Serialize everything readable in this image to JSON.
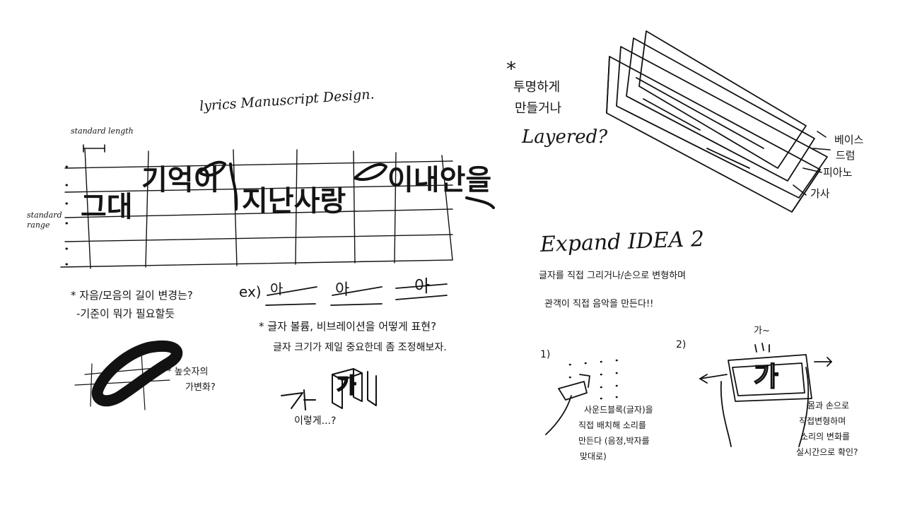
{
  "left_sketch": {
    "title": "lyrics Manuscript Design.",
    "standard_length_label": "standard length",
    "standard_range_label": "standard range",
    "lyric_segments": [
      "그대",
      "기억이",
      "지난사랑",
      "이내안을"
    ],
    "note_vowel": "* 자음/모음의 길이 변경는?",
    "note_vowel_sub": "-기준이 뭐가 필요할듯",
    "example_prefix": "ex)",
    "example_chars": [
      "아",
      "아",
      "아"
    ],
    "note_quote": "* 글자 볼륨, 비브레이션을 어떻게 표현?",
    "note_quote_sub": "글자 크기가 제일 중요한데 좀 조정해보자.",
    "blob_note": "* 높숫자의",
    "blob_note_sub": "가변화?",
    "ga_char": "가",
    "ga_caption": "이렇게...?"
  },
  "right_sketch": {
    "star": "*",
    "layer_note": [
      "투명하게",
      "만들거나"
    ],
    "layered_label": "Layered?",
    "layer_labels": [
      "베이스",
      "드럼",
      "피아노",
      "가사"
    ],
    "expand_title": "Expand IDEA 2",
    "expand_note": "글자를 직접 그리거나/손으로 변형하며",
    "expand_note_sub": "관객이 직접 음악을 만든다!!",
    "step1_num": "1)",
    "step1_note": [
      "사운드블록(글자)을",
      "직접 배치해 소리를",
      "만든다 (음정,박자를",
      "맞대로)"
    ],
    "step2_num": "2)",
    "step2_note": [
      "몸과 손으로",
      "직접변형하며",
      "소리의 변화를",
      "실시간으로 확인?"
    ],
    "step2_top_label": "가~",
    "step2_ga": "가"
  }
}
